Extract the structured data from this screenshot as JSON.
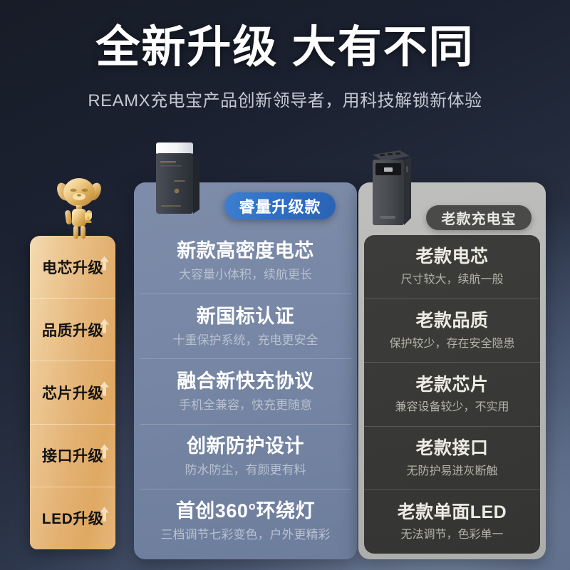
{
  "header": {
    "headline": "全新升级 大有不同",
    "subhead": "REAMX充电宝产品创新领导者，用科技解锁新体验"
  },
  "sidebar": {
    "items": [
      {
        "label": "电芯升级",
        "icon": "arrow-up-icon"
      },
      {
        "label": "品质升级",
        "icon": "arrow-up-icon"
      },
      {
        "label": "芯片升级",
        "icon": "arrow-up-icon"
      },
      {
        "label": "接口升级",
        "icon": "arrow-up-icon"
      },
      {
        "label": "LED升级",
        "icon": "arrow-up-icon"
      }
    ]
  },
  "new_column": {
    "badge": "睿量升级款",
    "product_image": "new-power-bank-image",
    "rows": [
      {
        "title": "新款高密度电芯",
        "sub": "大容量小体积，续航更长"
      },
      {
        "title": "新国标认证",
        "sub": "十重保护系统，充电更安全"
      },
      {
        "title": "融合新快充协议",
        "sub": "手机全兼容，快充更随意"
      },
      {
        "title": "创新防护设计",
        "sub": "防水防尘，有颜更有料"
      },
      {
        "title": "首创360°环绕灯",
        "sub": "三档调节七彩变色，户外更精彩"
      }
    ]
  },
  "old_column": {
    "badge": "老款充电宝",
    "product_image": "old-power-bank-image",
    "rows": [
      {
        "title": "老款电芯",
        "sub": "尺寸较大，续航一般"
      },
      {
        "title": "老款品质",
        "sub": "保护较少，存在安全隐患"
      },
      {
        "title": "老款芯片",
        "sub": "兼容设备较少，不实用"
      },
      {
        "title": "老款接口",
        "sub": "无防护易进灰断触"
      },
      {
        "title": "老款单面LED",
        "sub": "无法调节，色彩单一"
      }
    ]
  },
  "mascot": {
    "icon": "golden-dog-mascot-icon"
  },
  "colors": {
    "accent_blue": "#2f6fc6",
    "gold": "#e3b274",
    "dark_gray": "#4a4a48",
    "background": "#1b2130"
  }
}
